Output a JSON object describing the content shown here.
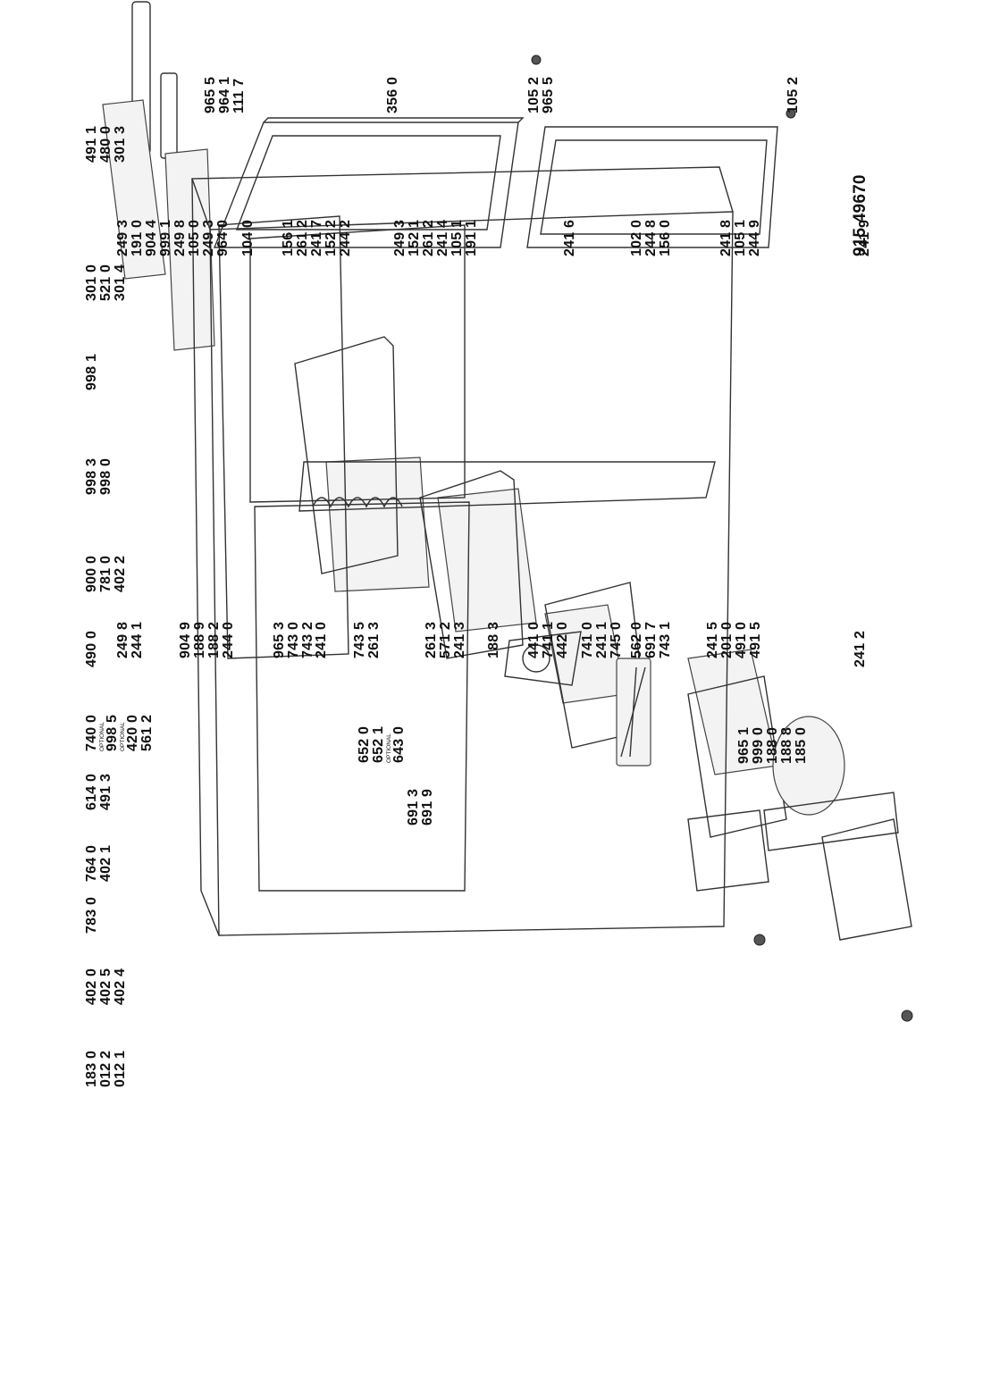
{
  "document_number": "915 49670",
  "optional_tag": "OPTIONAL",
  "groups": {
    "g1": [
      "491 1",
      "480 0",
      "301 3"
    ],
    "g2": [
      "301 0",
      "521 0",
      "301 4"
    ],
    "g3": [
      "998 1"
    ],
    "g4": [
      "998 3",
      "998 0"
    ],
    "g5": [
      "900 0",
      "781 0",
      "402 2"
    ],
    "g6": [
      "490 0"
    ],
    "g7a": [
      "740 0"
    ],
    "g7b": [
      "998 5"
    ],
    "g7c": [
      "420 0"
    ],
    "g7d": [
      "561 2"
    ],
    "g8": [
      "614 0",
      "491 3"
    ],
    "g9": [
      "764 0",
      "402 1"
    ],
    "g10": [
      "783 0"
    ],
    "g11": [
      "402 0",
      "402 5",
      "402 4"
    ],
    "g12": [
      "183 0",
      "012 2",
      "012 1"
    ],
    "g13": [
      "652 0",
      "652 1"
    ],
    "g13b": [
      "643 0"
    ],
    "g14": [
      "691 3",
      "691 9"
    ],
    "g15": [
      "965 1",
      "999 0",
      "188 0",
      "188 8",
      "185 0"
    ],
    "g16": [
      "904 9",
      "188 9",
      "188 2",
      "244 0"
    ],
    "g17": [
      "249 8",
      "244 1"
    ],
    "g18": [
      "965 3",
      "743 0",
      "743 2"
    ],
    "g19": [
      "241 0"
    ],
    "g20": [
      "743 5",
      "261 3"
    ],
    "g21": [
      "261 3",
      "571 2",
      "241 3"
    ],
    "g22": [
      "188 3"
    ],
    "g23": [
      "441 0",
      "741 1",
      "442 0"
    ],
    "g24": [
      "741 0",
      "241 1",
      "745 0"
    ],
    "g25": [
      "562 0",
      "691 7",
      "743 1"
    ],
    "g26": [
      "241 5",
      "201 0",
      "491 0",
      "491 5"
    ],
    "g27": [
      "241 2"
    ],
    "g28": [
      "249 3",
      "191 0",
      "904 4",
      "999 1",
      "249 8",
      "105 0",
      "249 3",
      "964 0"
    ],
    "g29": [
      "104 0"
    ],
    "g30": [
      "156 1",
      "261 2",
      "241 7",
      "152 2",
      "244 2"
    ],
    "g31": [
      "249 3",
      "152 1",
      "261 2",
      "241 4",
      "105 1",
      "191 1"
    ],
    "g32": [
      "241 6"
    ],
    "g33": [
      "102 0",
      "244 8",
      "156 0"
    ],
    "g34": [
      "241 8",
      "105 1",
      "244 9"
    ],
    "g35": [
      "241 9"
    ],
    "g36": [
      "965 5",
      "964 1",
      "111 7"
    ],
    "g37": [
      "356 0"
    ],
    "g38": [
      "105 2",
      "965 5"
    ],
    "g39": [
      "105 2"
    ]
  }
}
